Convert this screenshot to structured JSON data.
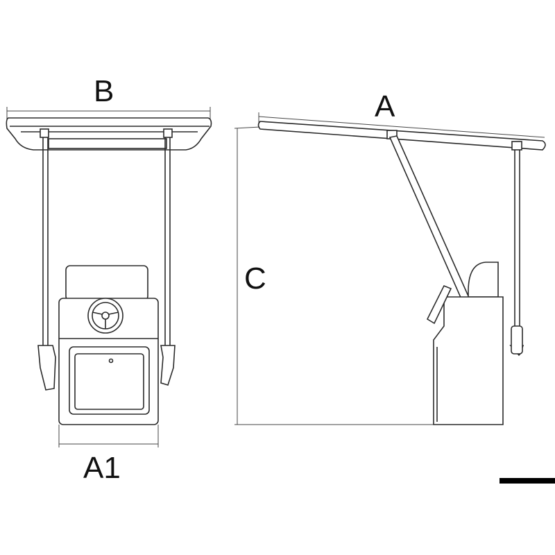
{
  "labels": {
    "width_top": "B",
    "length_top": "A",
    "height": "C",
    "console_width": "A1"
  },
  "colors": {
    "line": "#2a2a2a",
    "background": "#ffffff",
    "scale_bar": "#000000"
  }
}
